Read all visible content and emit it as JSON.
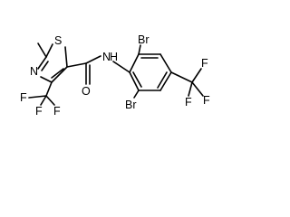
{
  "molecule": {
    "atoms": {
      "methyl_c": "",
      "s1": "S",
      "n3": "N",
      "f_a": "F",
      "f_b": "F",
      "f_c": "F",
      "nh": "N",
      "h_on_n": "H",
      "o": "O",
      "br_top": "Br",
      "br_bottom": "Br",
      "f_d": "F",
      "f_e": "F",
      "f_f": "F"
    }
  }
}
